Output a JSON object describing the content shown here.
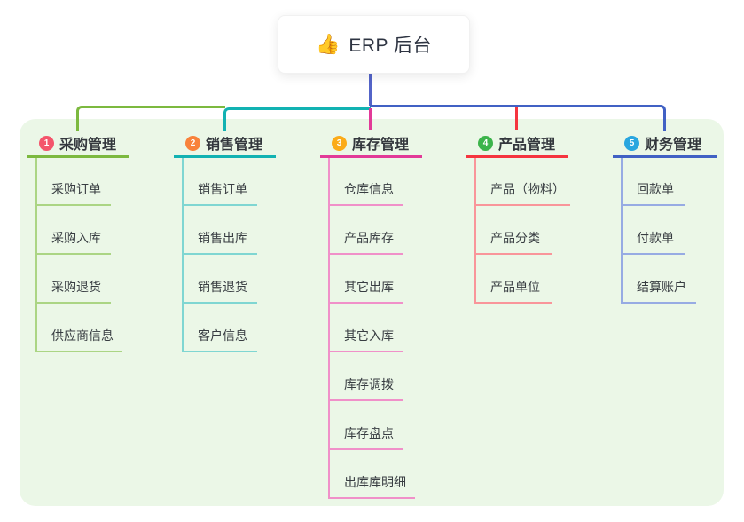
{
  "root": {
    "icon": "👍",
    "title": "ERP 后台"
  },
  "branches": [
    {
      "num": "1",
      "title": "采购管理",
      "children": [
        "采购订单",
        "采购入库",
        "采购退货",
        "供应商信息"
      ]
    },
    {
      "num": "2",
      "title": "销售管理",
      "children": [
        "销售订单",
        "销售出库",
        "销售退货",
        "客户信息"
      ]
    },
    {
      "num": "3",
      "title": "库存管理",
      "children": [
        "仓库信息",
        "产品库存",
        "其它出库",
        "其它入库",
        "库存调拨",
        "库存盘点",
        "出库库明细"
      ]
    },
    {
      "num": "4",
      "title": "产品管理",
      "children": [
        "产品（物料）",
        "产品分类",
        "产品单位"
      ]
    },
    {
      "num": "5",
      "title": "财务管理",
      "children": [
        "回款单",
        "付款单",
        "结算账户"
      ]
    }
  ],
  "colors": {
    "panel_background": "#ebf7e7",
    "root_connector": "#5364c8",
    "branch_lines": [
      "#7cb93f",
      "#12b2b2",
      "#e23a98",
      "#f5353f",
      "#4161c4"
    ],
    "branch_child_lines": [
      "#abd584",
      "#7fd6d2",
      "#f090c9",
      "#f9959a",
      "#97abe3"
    ],
    "badges": [
      "#f4556c",
      "#f8823b",
      "#fbab18",
      "#3cb44b",
      "#29a6df"
    ]
  }
}
